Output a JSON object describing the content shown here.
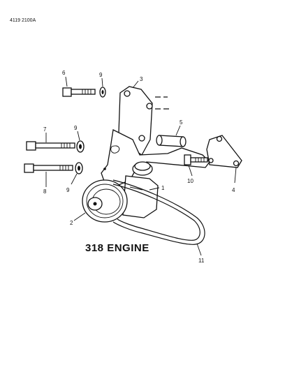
{
  "diagram": {
    "figure_code": "4119 2100A",
    "caption": "318 ENGINE",
    "callouts": [
      "1",
      "2",
      "3",
      "4",
      "5",
      "6",
      "7",
      "8",
      "9",
      "9",
      "9",
      "10",
      "11"
    ]
  }
}
